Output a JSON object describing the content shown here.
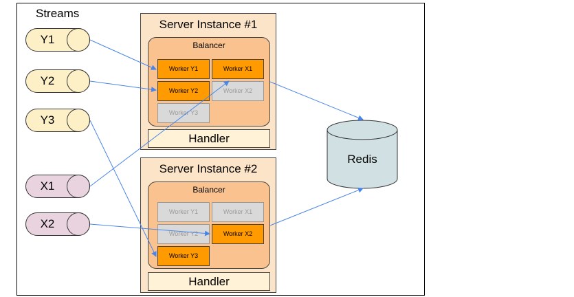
{
  "streams_title": "Streams",
  "streams": [
    {
      "label": "Y1",
      "kind": "y"
    },
    {
      "label": "Y2",
      "kind": "y"
    },
    {
      "label": "Y3",
      "kind": "y"
    },
    {
      "label": "X1",
      "kind": "x"
    },
    {
      "label": "X2",
      "kind": "x"
    }
  ],
  "servers": [
    {
      "title": "Server Instance #1",
      "balancer": "Balancer",
      "handler": "Handler",
      "workers": [
        {
          "label": "Worker Y1",
          "active": true
        },
        {
          "label": "Worker X1",
          "active": true
        },
        {
          "label": "Worker Y2",
          "active": true
        },
        {
          "label": "Worker X2",
          "active": false
        },
        {
          "label": "Worker Y3",
          "active": false
        }
      ]
    },
    {
      "title": "Server Instance #2",
      "balancer": "Balancer",
      "handler": "Handler",
      "workers": [
        {
          "label": "Worker Y1",
          "active": false
        },
        {
          "label": "Worker X1",
          "active": false
        },
        {
          "label": "Worker Y2",
          "active": false
        },
        {
          "label": "Worker X2",
          "active": true
        },
        {
          "label": "Worker Y3",
          "active": true
        }
      ]
    }
  ],
  "redis": "Redis",
  "colors": {
    "active_worker": "#ff9a00",
    "inactive_worker": "#d9d9d9",
    "arrow": "#4a86e8"
  }
}
